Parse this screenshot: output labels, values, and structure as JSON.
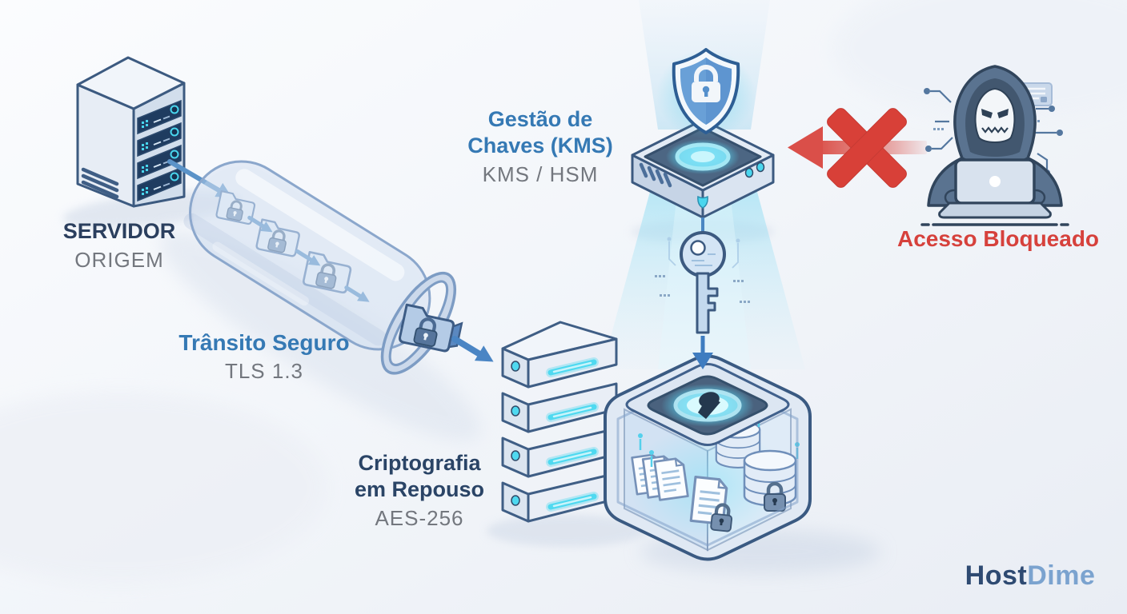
{
  "nodes": {
    "origin_server": {
      "title": "SERVIDOR",
      "subtitle": "ORIGEM"
    },
    "secure_transit": {
      "title": "Trânsito Seguro",
      "subtitle": "TLS 1.3"
    },
    "key_management": {
      "title_lines": [
        "Gestão de",
        "Chaves (KMS)"
      ],
      "subtitle": "KMS / HSM"
    },
    "encryption_at_rest": {
      "title_lines": [
        "Criptografia",
        "em Repouso"
      ],
      "subtitle": "AES-256"
    },
    "blocked_access": {
      "title": "Acesso Bloqueado"
    }
  },
  "branding": {
    "logo_primary": "Host",
    "logo_secondary": "Dime"
  },
  "icons": {
    "origin_server": "server-tower-icon",
    "secure_transit": "tls-tunnel-icon",
    "transit_payload": "locked-folder-icon",
    "key_management_device": "kms-appliance-icon",
    "key_management_shield": "shield-lock-icon",
    "encryption_key": "key-icon",
    "storage_stack": "storage-stack-icon",
    "encrypted_vault": "glass-cube-keyhole-icon",
    "vault_documents": "locked-document-icon",
    "vault_databases": "locked-database-icon",
    "attacker": "hacker-icon",
    "blocked_marker": "red-x-icon",
    "blocked_arrow": "red-arrow-icon"
  },
  "colors": {
    "heading_blue": "#3579b4",
    "heading_navy": "#2b3f5e",
    "subtitle_gray": "#73777e",
    "alert_red": "#d6413c",
    "glow_cyan": "#4fd9f0",
    "arrow_blue": "#4a85c4",
    "logo_navy": "#2e4a72",
    "logo_light_blue": "#7ba3cf"
  }
}
